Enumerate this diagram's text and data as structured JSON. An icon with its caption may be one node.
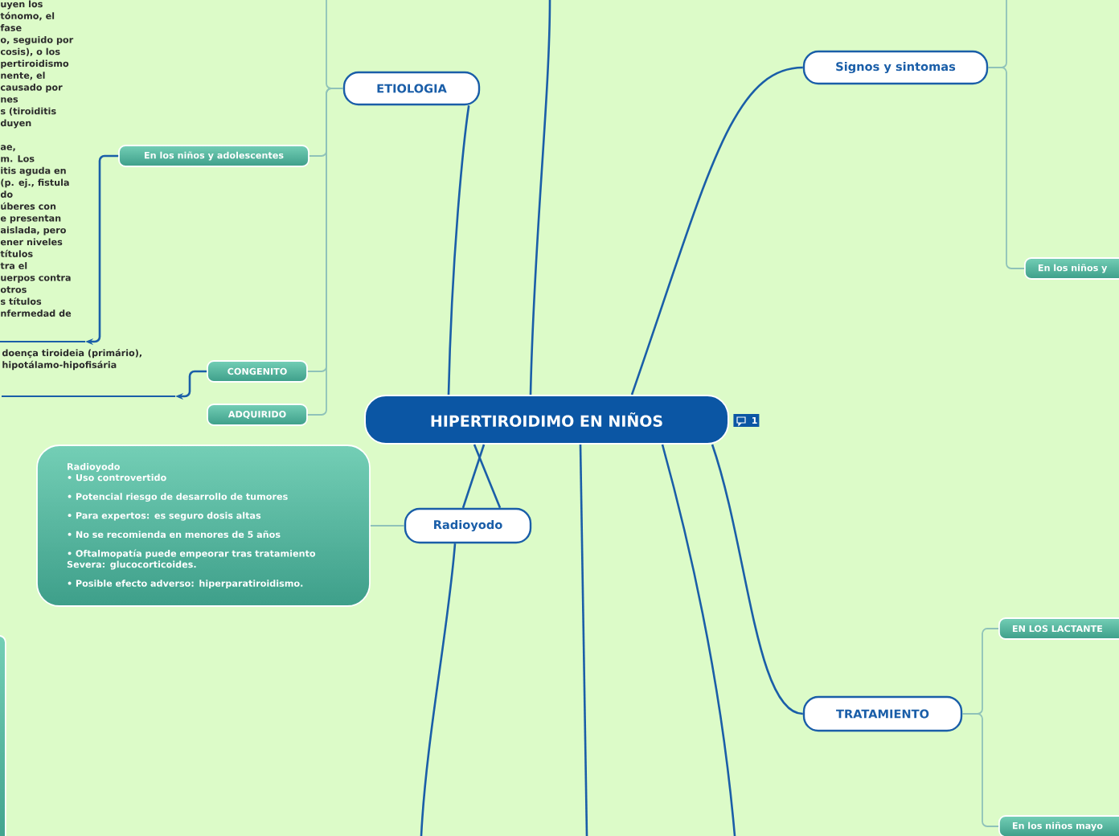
{
  "diagram": {
    "nodes": [
      {
        "text": [
          "HIPERTIROIDIMO EN  NIÑOS"
        ]
      },
      {
        "text": [
          "ETIOLOGIA"
        ]
      },
      {
        "text": [
          "En los niños y adolescentes"
        ]
      },
      {
        "text": [
          "CONGENITO"
        ]
      },
      {
        "text": [
          "ADQUIRIDO"
        ]
      },
      {
        "text": [
          "Signos y sintomas"
        ]
      },
      {
        "text": [
          "En los niños y"
        ]
      },
      {
        "text": [
          "Radioyodo"
        ]
      },
      {
        "text": [
          "Radioyodo",
          "• Uso controvertido",
          "• Potencial riesgo de desarrollo de tumores",
          "• Para expertos: es seguro dosis altas",
          "• No se recomienda en menores de 5 años",
          "• Oftalmopatía puede empeorar tras tratamiento Severa: glucocorticoides.",
          "• Posible efecto adverso: hiperparatiroidismo."
        ]
      },
      {
        "text": [
          "TRATAMIENTO"
        ]
      },
      {
        "text": [
          "EN LOS LACTANTE"
        ]
      },
      {
        "text": [
          "En los niños mayo"
        ]
      },
      {
        "text": [],
        "shape": "box"
      },
      {
        "text": [
          "uyen los",
          "tónomo, el",
          "fase",
          "o, seguido por",
          "cosis), o los",
          "pertiroidismo",
          "nente, el",
          "causado por",
          "nes",
          "s (tiroiditis",
          "duyen",
          "ae,",
          "m. Los",
          "itis aguda en",
          "(p. ej., fistula",
          "do",
          "úberes con",
          "e presentan",
          "aislada, pero",
          "ener niveles",
          "títulos",
          "tra el",
          "uerpos contra",
          "otros",
          "s títulos",
          "nfermedad de"
        ]
      },
      {
        "text": [
          "doença tiroideia (primário),",
          "hipotálamo-hipofisária"
        ]
      }
    ],
    "edges": [
      {
        "from": 0,
        "to": 1,
        "arrow": "none"
      },
      {
        "from": 0,
        "to": null,
        "arrow": "none"
      },
      {
        "from": 0,
        "to": 5,
        "arrow": "none"
      },
      {
        "from": 0,
        "to": 7,
        "arrow": "none"
      },
      {
        "from": 0,
        "to": 7,
        "arrow": "none"
      },
      {
        "from": 7,
        "to": null,
        "arrow": "none"
      },
      {
        "from": 0,
        "to": null,
        "arrow": "none"
      },
      {
        "from": 0,
        "to": null,
        "arrow": "none"
      },
      {
        "from": 0,
        "to": 9,
        "arrow": "none"
      },
      {
        "from": 1,
        "to": 2,
        "arrow": "none",
        "color": "#8fc2b9"
      },
      {
        "from": 1,
        "to": 3,
        "arrow": "none",
        "color": "#8fc2b9"
      },
      {
        "from": 1,
        "to": 4,
        "arrow": "none",
        "color": "#8fc2b9"
      },
      {
        "from": 1,
        "to": null,
        "arrow": "none",
        "color": "#8fc2b9"
      },
      {
        "from": 2,
        "to": 13,
        "arrow": "to"
      },
      {
        "from": 3,
        "to": 14,
        "arrow": "to"
      },
      {
        "from": 5,
        "to": 6,
        "arrow": "none",
        "color": "#8fc2b9"
      },
      {
        "from": 5,
        "to": null,
        "arrow": "none",
        "color": "#8fc2b9"
      },
      {
        "from": 7,
        "to": 8,
        "arrow": "none",
        "color": "#8fc2b9"
      },
      {
        "from": 9,
        "to": 10,
        "arrow": "none",
        "color": "#8fc2b9"
      },
      {
        "from": 9,
        "to": 11,
        "arrow": "none",
        "color": "#8fc2b9"
      }
    ],
    "labels": [
      "1"
    ]
  }
}
